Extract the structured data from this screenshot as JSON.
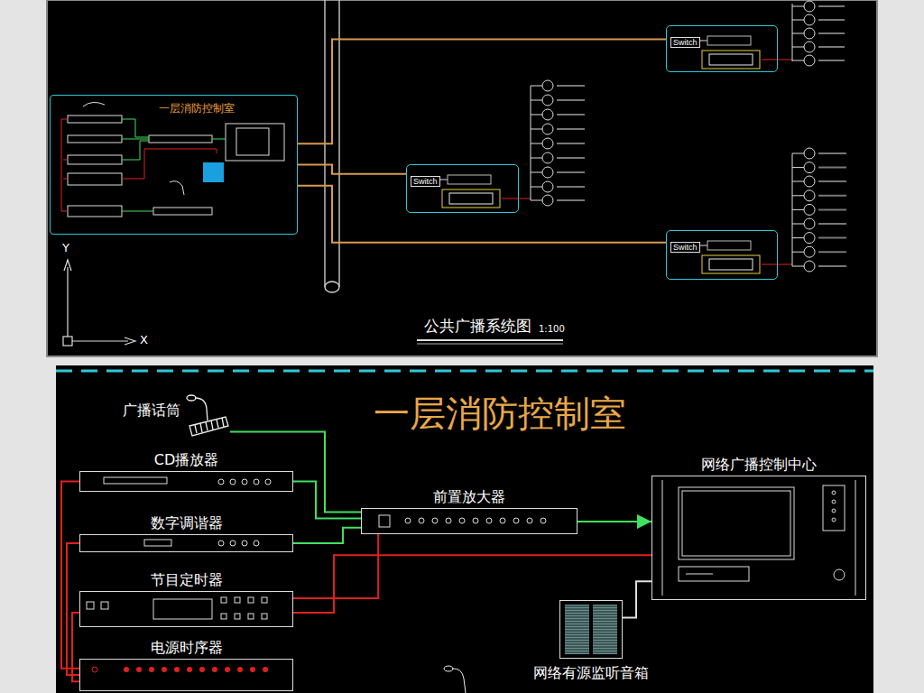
{
  "diagram": {
    "title": "公共广播系统图",
    "nodes": [
      {
        "text": [
          "一层消防控制室"
        ]
      },
      {
        "text": [
          "Switch"
        ]
      },
      {
        "text": [
          "Switch"
        ]
      },
      {
        "text": [
          "Switch"
        ]
      },
      {
        "text": [
          "一层消防控制室"
        ]
      },
      {
        "text": [
          "广播话筒"
        ],
        "in": 4
      },
      {
        "text": [
          "CD播放器"
        ],
        "in": 4
      },
      {
        "text": [
          "数字调谐器"
        ],
        "in": 4
      },
      {
        "text": [
          "节目定时器"
        ],
        "in": 4
      },
      {
        "text": [
          "电源时序器"
        ],
        "in": 4
      },
      {
        "text": [
          "前置放大器"
        ],
        "in": 4
      },
      {
        "text": [
          "网络广播控制中心"
        ],
        "in": 4
      },
      {
        "text": [
          "网络有源监听音箱"
        ],
        "in": 4
      }
    ],
    "edges": [
      {
        "from": 0,
        "to": 1,
        "arrow": "none"
      },
      {
        "from": 0,
        "to": 2,
        "arrow": "none"
      },
      {
        "from": 0,
        "to": 3,
        "arrow": "none"
      },
      {
        "from": 5,
        "to": 10,
        "arrow": "none"
      },
      {
        "from": 6,
        "to": 10,
        "arrow": "none"
      },
      {
        "from": 7,
        "to": 10,
        "arrow": "none"
      },
      {
        "from": 10,
        "to": 11,
        "arrow": "to"
      },
      {
        "from": 9,
        "to": 6,
        "arrow": "none"
      },
      {
        "from": 9,
        "to": 7,
        "arrow": "none"
      },
      {
        "from": 9,
        "to": 8,
        "arrow": "none"
      },
      {
        "from": 8,
        "to": 10,
        "arrow": "none"
      },
      {
        "from": 8,
        "to": 11,
        "arrow": "none"
      },
      {
        "from": 11,
        "to": 12,
        "arrow": "none"
      }
    ],
    "labels": [
      "1:100",
      "Y",
      "X"
    ]
  }
}
